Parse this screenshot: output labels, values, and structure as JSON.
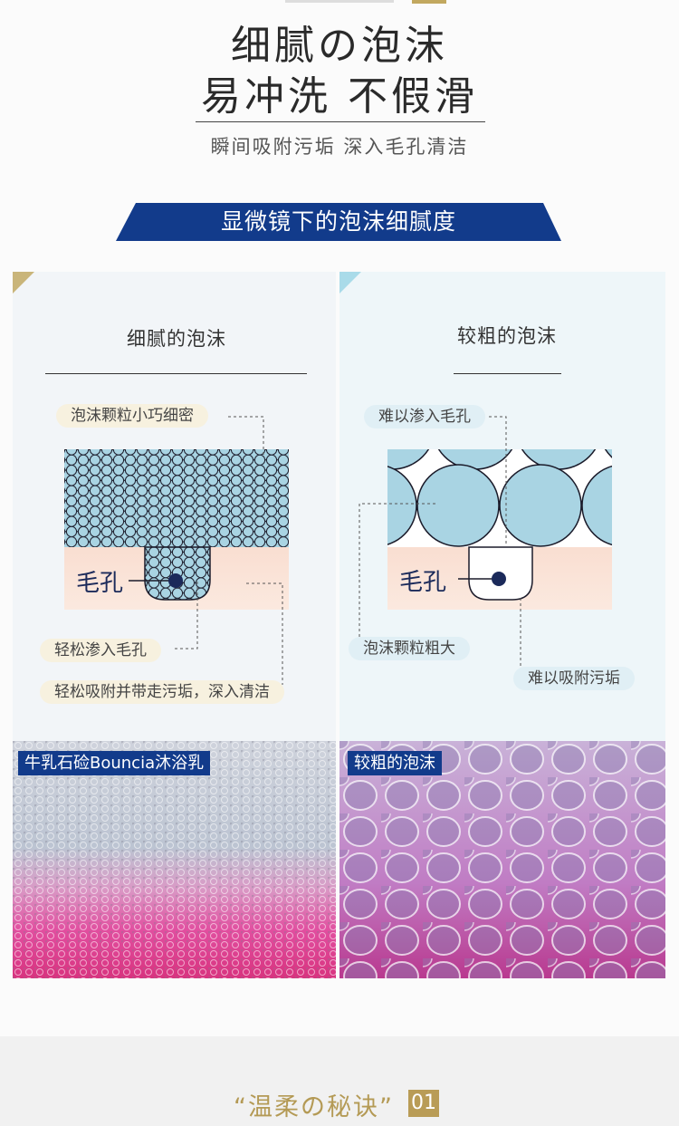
{
  "header": {
    "line1": "细腻の泡沫",
    "line2": "易冲洗 不假滑",
    "subtitle": "瞬间吸附污垢 深入毛孔清洁"
  },
  "banner": {
    "label": "显微镜下的泡沫细腻度",
    "color": "#123b8b"
  },
  "left_panel": {
    "title": "细腻的泡沫",
    "callout_top": "泡沫颗粒小巧细密",
    "pore_label": "毛孔",
    "callout_1": "轻松渗入毛孔",
    "callout_2": "轻松吸附并带走污垢，深入清洁"
  },
  "right_panel": {
    "title": "较粗的泡沫",
    "callout_top": "难以渗入毛孔",
    "pore_label": "毛孔",
    "callout_1": "泡沫颗粒粗大",
    "callout_2": "难以吸附污垢"
  },
  "photos": {
    "left_tag": "牛乳石硷Bouncia沐浴乳",
    "right_tag": "较粗的泡沫"
  },
  "footer": {
    "title": "“温柔の秘诀”",
    "number": "01"
  },
  "colors": {
    "accent_gold": "#b99c56",
    "accent_blue": "#123b8b",
    "foam_blue": "#a9d4e3",
    "skin_pink": "#f7d6c6"
  }
}
